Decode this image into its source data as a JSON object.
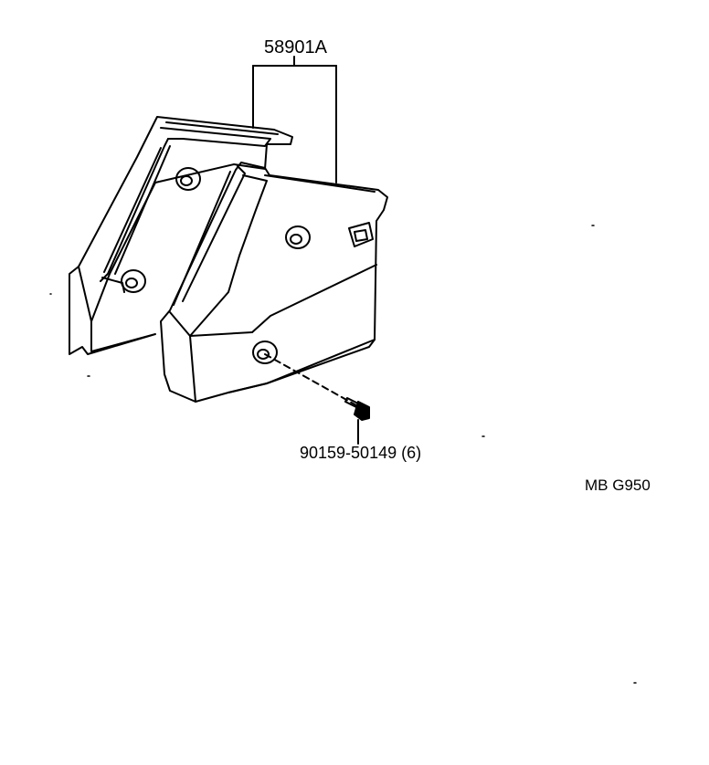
{
  "diagram": {
    "part_label": "58901A",
    "bolt_label": "90159-50149 (6)",
    "reference_code": "MB G950",
    "line_color": "#000000",
    "background_color": "#ffffff"
  }
}
